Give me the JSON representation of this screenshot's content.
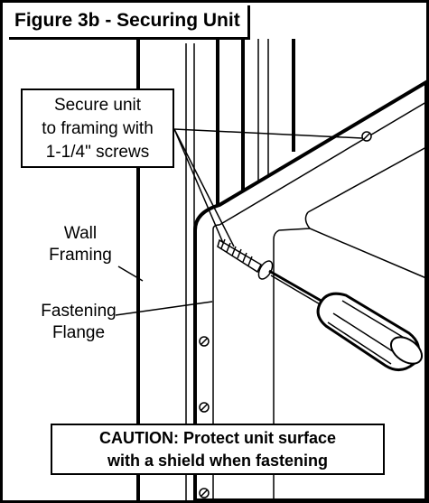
{
  "figure": {
    "title": "Figure 3b - Securing Unit"
  },
  "callout_screws": {
    "lines": [
      "Secure unit",
      "to framing with",
      "1-1/4\" screws"
    ]
  },
  "label_wall": {
    "lines": [
      "Wall",
      "Framing"
    ]
  },
  "label_flange": {
    "lines": [
      "Fastening",
      "Flange"
    ]
  },
  "caution": {
    "lines": [
      "CAUTION: Protect unit surface",
      "with a shield when fastening"
    ]
  },
  "colors": {
    "ink": "#000000",
    "paper": "#ffffff"
  },
  "icons": [
    "screw-icon",
    "screwdriver-icon",
    "screw-hole-icon"
  ]
}
